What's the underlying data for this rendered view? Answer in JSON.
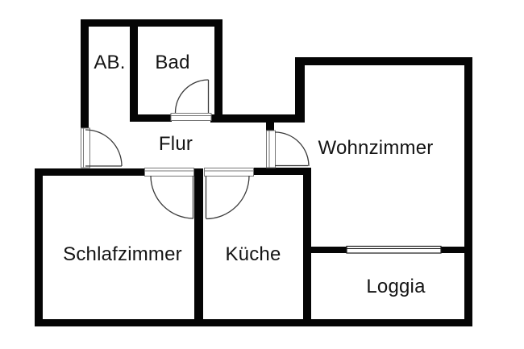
{
  "floorplan": {
    "rooms": [
      {
        "label": "AB."
      },
      {
        "label": "Bad"
      },
      {
        "label": "Flur"
      },
      {
        "label": "Wohnzimmer"
      },
      {
        "label": "Schlafzimmer"
      },
      {
        "label": "Küche"
      },
      {
        "label": "Loggia"
      }
    ],
    "colors": {
      "wall": "#050505",
      "background": "#ffffff",
      "text": "#141414",
      "door_line": "#3a3a3a",
      "frame_line": "#777777"
    }
  }
}
